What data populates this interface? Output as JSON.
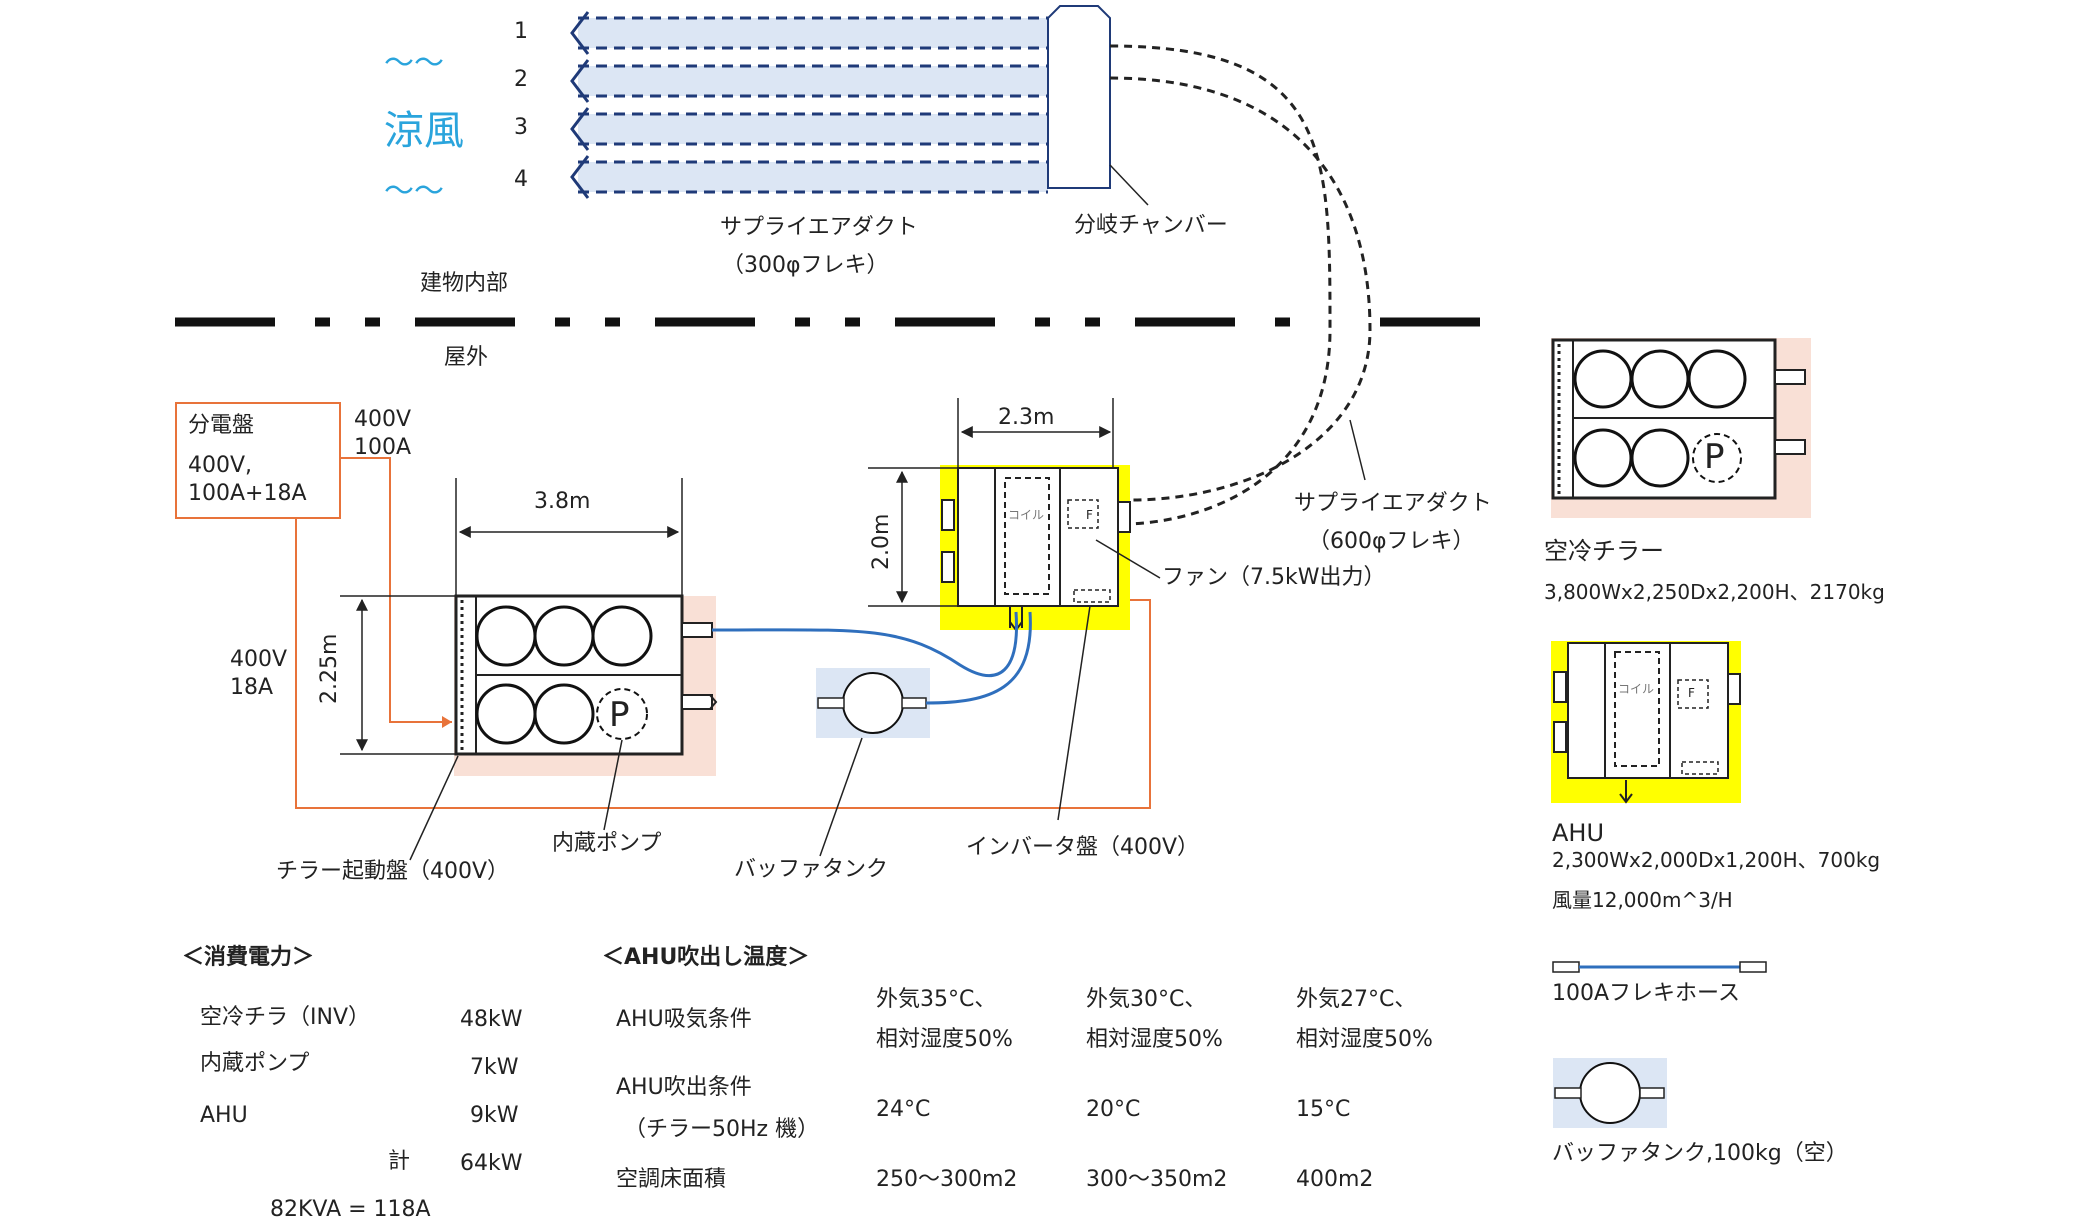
{
  "colors": {
    "accent_blue": "#2f6fbd",
    "orange": "#e8733a",
    "yellow": "#ffff00",
    "peach": "#f9e0d6",
    "light_blue": "#dce6f4",
    "breeze": "#2aa4dc"
  },
  "icons": [
    "breeze-wave-icon",
    "pump-p-icon",
    "fan-f-icon",
    "flow-arrow-icon"
  ],
  "top": {
    "breeze_label": "涼風",
    "breeze_wave": "〜〜",
    "duct_numbers": [
      "1",
      "2",
      "3",
      "4"
    ],
    "supply_duct_label": "サプライエアダクト",
    "supply_duct_spec": "（300φフレキ）",
    "chamber_label": "分岐チャンバー",
    "inside_label": "建物内部",
    "outside_label": "屋外"
  },
  "outdoor": {
    "panel_title": "分電盤",
    "panel_value": "400V,\n100A+18A",
    "feed_main": "400V\n100A",
    "feed_chiller": "400V\n18A",
    "chiller_width": "3.8m",
    "chiller_height": "2.25m",
    "ahu_width": "2.3m",
    "ahu_height": "2.0m",
    "big_duct_label": "サプライエアダクト",
    "big_duct_spec": "（600φフレキ）",
    "fan_label": "ファン（7.5kW出力）",
    "chiller_starter": "チラー起動盤（400V）",
    "pump_label": "内蔵ポンプ",
    "buffer_tank_label": "バッファタンク",
    "inverter_label": "インバータ盤（400V）",
    "pump_symbol": "P",
    "fan_symbol": "F",
    "coil_text": "コイル"
  },
  "legend": {
    "chiller_name": "空冷チラー",
    "chiller_spec": "3,800Wx2,250Dx2,200H、2170kg",
    "ahu_name": "AHU",
    "ahu_spec": "2,300Wx2,000Dx1,200H、700kg",
    "ahu_flow": "風量12,000m^3/H",
    "hose_label": "100Aフレキホース",
    "tank_label": "バッファタンク,100kg（空）"
  },
  "power": {
    "title": "＜消費電力＞",
    "rows": [
      {
        "name": "空冷チラ（INV）",
        "value": "48kW"
      },
      {
        "name": "内蔵ポンプ",
        "value": "7kW"
      },
      {
        "name": "AHU",
        "value": "9kW"
      }
    ],
    "total_label": "計",
    "total_value": "64kW",
    "kva": "82KVA = 118A"
  },
  "temp": {
    "title": "＜AHU吹出し温度＞",
    "intake_label": "AHU吸気条件",
    "outlet_label": "AHU吹出条件",
    "outlet_sub": "（チラー50Hz 機）",
    "area_label": "空調床面積",
    "conditions": [
      {
        "outdoor": "外気35°C、",
        "humidity": "相対湿度50%",
        "outlet": "24°C",
        "area": "250〜300m2"
      },
      {
        "outdoor": "外気30°C、",
        "humidity": "相対湿度50%",
        "outlet": "20°C",
        "area": "300〜350m2"
      },
      {
        "outdoor": "外気27°C、",
        "humidity": "相対湿度50%",
        "outlet": "15°C",
        "area": "400m2"
      }
    ]
  }
}
